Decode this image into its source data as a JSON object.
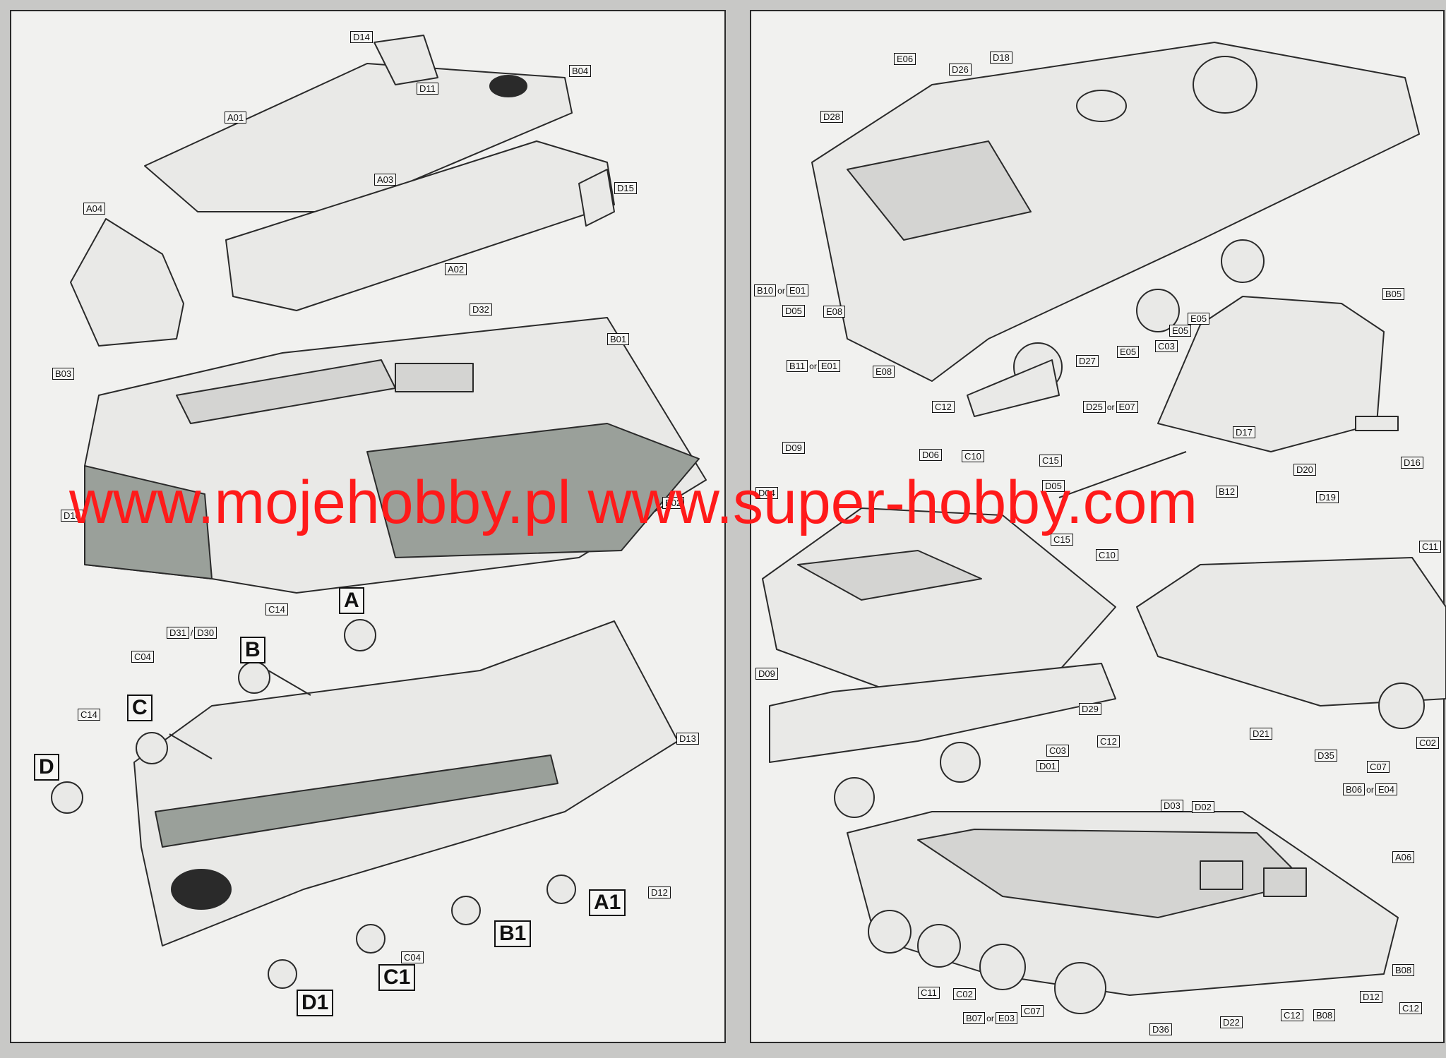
{
  "watermark": "www.mojehobby.pl www.super-hobby.com",
  "colors": {
    "paper": "#f1f1ef",
    "ink": "#2a2a2a",
    "watermark": "#ff1a1a",
    "part_fill": "#9aa09a"
  },
  "left_panel": {
    "callouts": [
      {
        "id": "d14",
        "text": "D14"
      },
      {
        "id": "b04",
        "text": "B04"
      },
      {
        "id": "d11",
        "text": "D11"
      },
      {
        "id": "a01",
        "text": "A01"
      },
      {
        "id": "a03",
        "text": "A03"
      },
      {
        "id": "d15",
        "text": "D15"
      },
      {
        "id": "a04",
        "text": "A04"
      },
      {
        "id": "a02",
        "text": "A02"
      },
      {
        "id": "d32",
        "text": "D32"
      },
      {
        "id": "b01",
        "text": "B01"
      },
      {
        "id": "b03",
        "text": "B03"
      },
      {
        "id": "b02",
        "text": "B02"
      },
      {
        "id": "d10",
        "text": "D10"
      },
      {
        "id": "c14a",
        "text": "C14"
      },
      {
        "id": "d31",
        "text": "D31"
      },
      {
        "id": "d30",
        "text": "D30"
      },
      {
        "id": "c04a",
        "text": "C04"
      },
      {
        "id": "c14b",
        "text": "C14"
      },
      {
        "id": "d13",
        "text": "D13"
      },
      {
        "id": "d12",
        "text": "D12"
      },
      {
        "id": "c04b",
        "text": "C04"
      }
    ],
    "steps": {
      "a": "A",
      "b": "B",
      "c": "C",
      "d": "D",
      "a1": "A1",
      "b1": "B1",
      "c1": "C1",
      "d1": "D1"
    }
  },
  "right_panel": {
    "callouts": [
      {
        "id": "e06",
        "text": "E06"
      },
      {
        "id": "d26",
        "text": "D26"
      },
      {
        "id": "d18",
        "text": "D18"
      },
      {
        "id": "d28",
        "text": "D28"
      },
      {
        "id": "b10e01",
        "text": "B10",
        "alt": "E01"
      },
      {
        "id": "d05a",
        "text": "D05"
      },
      {
        "id": "e08a",
        "text": "E08"
      },
      {
        "id": "b11e01",
        "text": "B11",
        "alt": "E01"
      },
      {
        "id": "e08b",
        "text": "E08"
      },
      {
        "id": "c12a",
        "text": "C12"
      },
      {
        "id": "d27",
        "text": "D27"
      },
      {
        "id": "e05a",
        "text": "E05"
      },
      {
        "id": "e05b",
        "text": "E05"
      },
      {
        "id": "c03a",
        "text": "C03"
      },
      {
        "id": "e05c",
        "text": "E05"
      },
      {
        "id": "d25e07",
        "text": "D25",
        "alt": "E07"
      },
      {
        "id": "b05",
        "text": "B05"
      },
      {
        "id": "d17",
        "text": "D17"
      },
      {
        "id": "d20",
        "text": "D20"
      },
      {
        "id": "d16",
        "text": "D16"
      },
      {
        "id": "b12",
        "text": "B12"
      },
      {
        "id": "d19",
        "text": "D19"
      },
      {
        "id": "d09a",
        "text": "D09"
      },
      {
        "id": "d06",
        "text": "D06"
      },
      {
        "id": "c10a",
        "text": "C10"
      },
      {
        "id": "c15a",
        "text": "C15"
      },
      {
        "id": "d05b",
        "text": "D05"
      },
      {
        "id": "d04",
        "text": "D04"
      },
      {
        "id": "c15b",
        "text": "C15"
      },
      {
        "id": "c10b",
        "text": "C10"
      },
      {
        "id": "c11a",
        "text": "C11"
      },
      {
        "id": "d09b",
        "text": "D09"
      },
      {
        "id": "d29",
        "text": "D29"
      },
      {
        "id": "c12b",
        "text": "C12"
      },
      {
        "id": "c03b",
        "text": "C03"
      },
      {
        "id": "d01",
        "text": "D01"
      },
      {
        "id": "d21",
        "text": "D21"
      },
      {
        "id": "d35",
        "text": "D35"
      },
      {
        "id": "c07a",
        "text": "C07"
      },
      {
        "id": "b06e04",
        "text": "B06",
        "alt": "E04"
      },
      {
        "id": "c02a",
        "text": "C02"
      },
      {
        "id": "d03",
        "text": "D03"
      },
      {
        "id": "d02",
        "text": "D02"
      },
      {
        "id": "a06",
        "text": "A06"
      },
      {
        "id": "c11b",
        "text": "C11"
      },
      {
        "id": "c02b",
        "text": "C02"
      },
      {
        "id": "c07b",
        "text": "C07"
      },
      {
        "id": "b07e03",
        "text": "B07",
        "alt": "E03"
      },
      {
        "id": "d36",
        "text": "D36"
      },
      {
        "id": "d22",
        "text": "D22"
      },
      {
        "id": "c12c",
        "text": "C12"
      },
      {
        "id": "b08a",
        "text": "B08"
      },
      {
        "id": "d12r",
        "text": "D12"
      },
      {
        "id": "b08b",
        "text": "B08"
      },
      {
        "id": "c12d",
        "text": "C12"
      }
    ],
    "or_word": "or"
  }
}
